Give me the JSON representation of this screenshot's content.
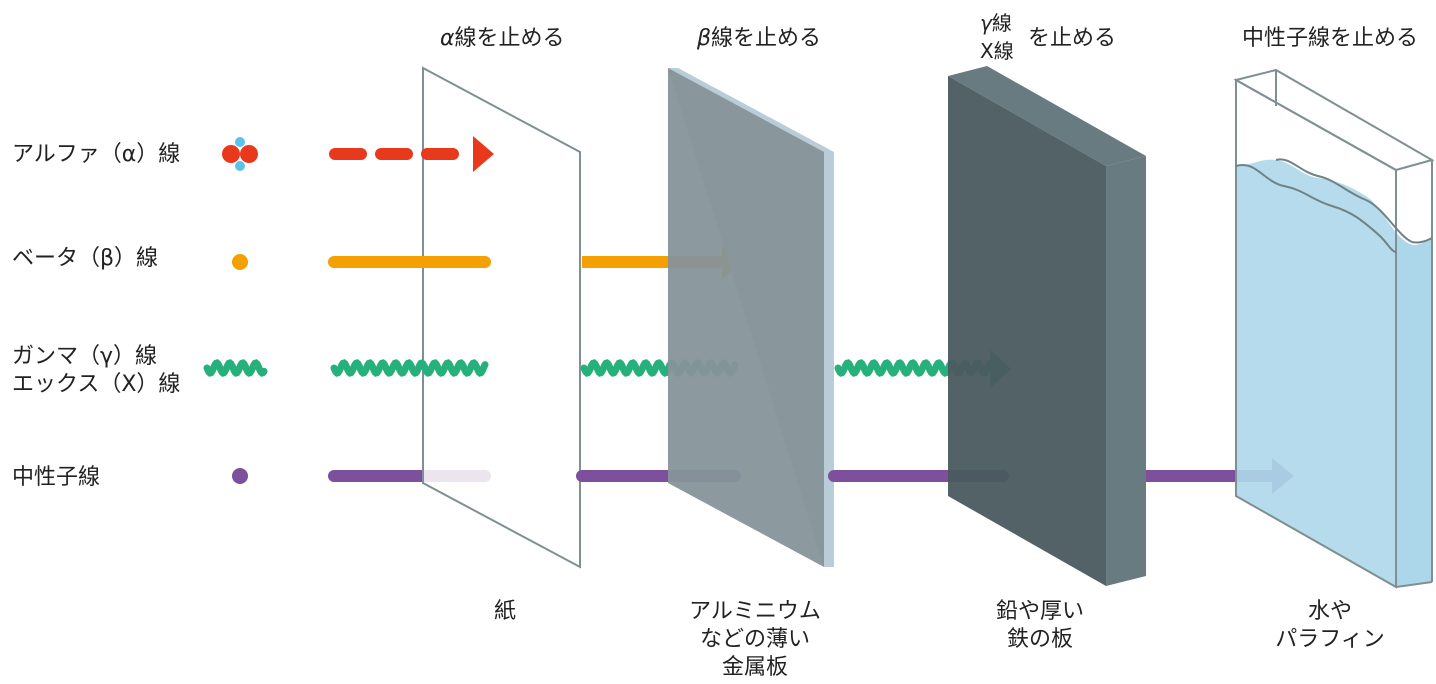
{
  "colors": {
    "alpha": "#e8391d",
    "alpha_dot": "#5bc3e8",
    "beta": "#f3a000",
    "gamma": "#25b07c",
    "neutron": "#7d4f9d",
    "aluminum": "#86939a",
    "aluminum_edge": "#b9cdd8",
    "lead_front": "#4a5a5f",
    "lead_side": "#687b80",
    "water": "#a3d1e8"
  },
  "rays": {
    "alpha": "アルファ（α）線",
    "beta": "ベータ（β）線",
    "gamma_line1": "ガンマ（γ）線",
    "gamma_line2": "エックス（X）線",
    "neutron": "中性子線"
  },
  "headings": {
    "alpha_greek": "α",
    "alpha_rest": "線を止める",
    "beta_greek": "β",
    "beta_rest": "線を止める",
    "gamma_greek": "γ",
    "gamma_line1_rest": "線",
    "gamma_line2": "X線",
    "gamma_stop": "を止める",
    "neutron": "中性子線を止める"
  },
  "materials": {
    "paper": "紙",
    "aluminum": [
      "アルミニウム",
      "などの薄い",
      "金属板"
    ],
    "lead": [
      "鉛や厚い",
      "鉄の板"
    ],
    "water": [
      "水や",
      "パラフィン"
    ]
  }
}
